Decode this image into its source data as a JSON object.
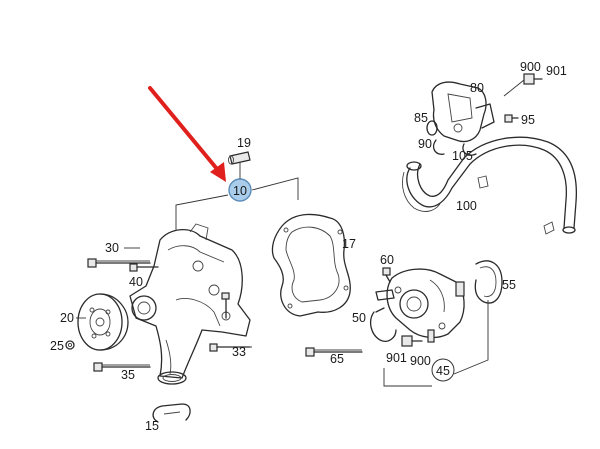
{
  "diagram": {
    "callouts": {
      "c10": "10",
      "c15": "15",
      "c17": "17",
      "c19": "19",
      "c20": "20",
      "c25": "25",
      "c30": "30",
      "c33": "33",
      "c35": "35",
      "c40": "40",
      "c45": "45",
      "c50": "50",
      "c55": "55",
      "c60": "60",
      "c65": "65",
      "c80": "80",
      "c85": "85",
      "c90": "90",
      "c95": "95",
      "c100": "100",
      "c105": "105",
      "c900a": "900",
      "c901a": "901",
      "c900b": "900",
      "c901b": "901"
    },
    "colors": {
      "highlight_fill": "#a9cdea",
      "highlight_stroke": "#5b8db8",
      "arrow": "#e0201c",
      "line": "#2b2b2b"
    }
  }
}
